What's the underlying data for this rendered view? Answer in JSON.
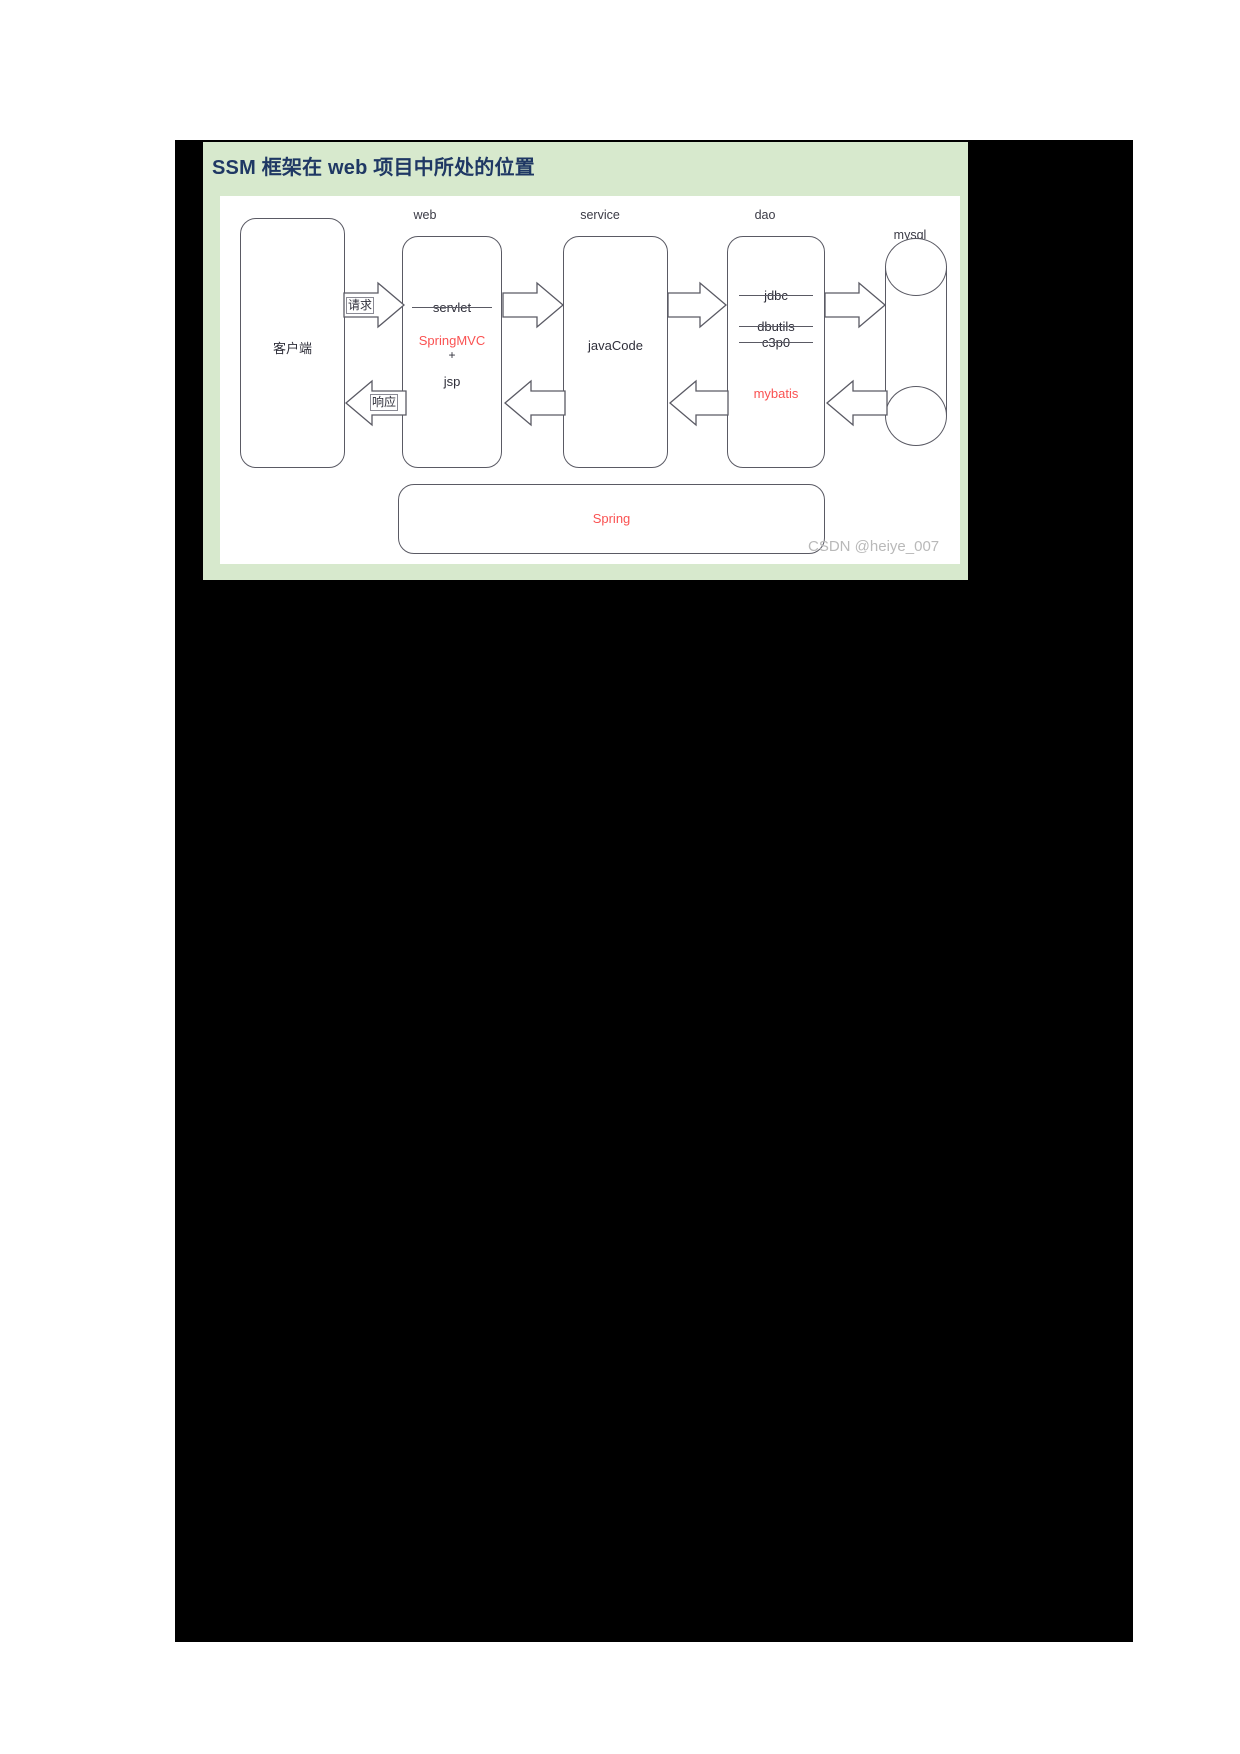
{
  "slide": {
    "title": "SSM 框架在 web 项目中所处的位置",
    "title_color": "#1f3864",
    "header_bg": "#d7e9cd",
    "panel_bg": "#ffffff"
  },
  "watermark": {
    "text": "CSDN @heiye_007"
  },
  "diagram": {
    "accent_red": "#fa5252",
    "stroke": "#5a5a64",
    "group_labels": {
      "web": "web",
      "service": "service",
      "dao": "dao",
      "mysql": "mysql"
    },
    "boxes": {
      "client": {
        "label": "客户端"
      },
      "web": {
        "line1": "servlet",
        "line2": "SpringMVC",
        "line3": "+",
        "line4": "jsp"
      },
      "service": {
        "label": "javaCode"
      },
      "dao": {
        "line1": "jdbc",
        "line2": "dbutils",
        "line3": "c3p0",
        "line4": "mybatis"
      },
      "spring": {
        "label": "Spring"
      }
    },
    "arrow_labels": {
      "request": "请求",
      "response": "响应"
    }
  }
}
